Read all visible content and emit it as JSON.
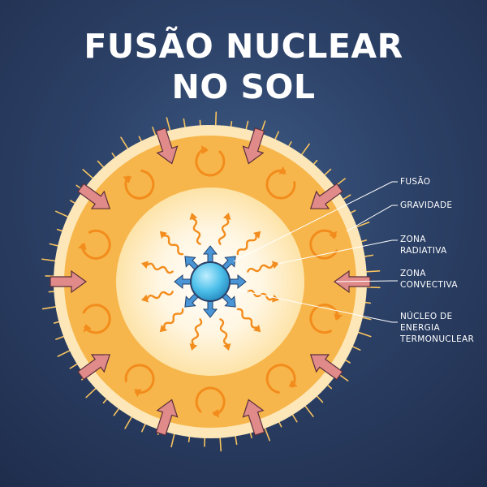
{
  "title": {
    "line1": "FUSÃO NUCLEAR",
    "line2": "NO SOL"
  },
  "labels": {
    "fusion": "FUSÃO",
    "gravity": "GRAVIDADE",
    "radiative": [
      "ZONA",
      "RADIATIVA"
    ],
    "convective": [
      "ZONA",
      "CONVECTIVA"
    ],
    "core": [
      "NÚCLEO DE",
      "ENERGIA",
      "TERMONUCLEAR"
    ]
  },
  "colors": {
    "background": "#2c4167",
    "convective_zone": "#f7b64b",
    "radiative_zone": "#fde7b8",
    "core": "#4ec0ea",
    "gravity_arrow": "#e08a8a",
    "fusion_arrow": "#4a95d6",
    "convection_loop": "#f28c1c",
    "radiation_wave": "#f28c1c"
  },
  "icons": [
    "gravity-arrow-icon",
    "fusion-arrow-icon",
    "convection-loop-icon",
    "radiation-wave-icon",
    "sun-spike-icon"
  ]
}
